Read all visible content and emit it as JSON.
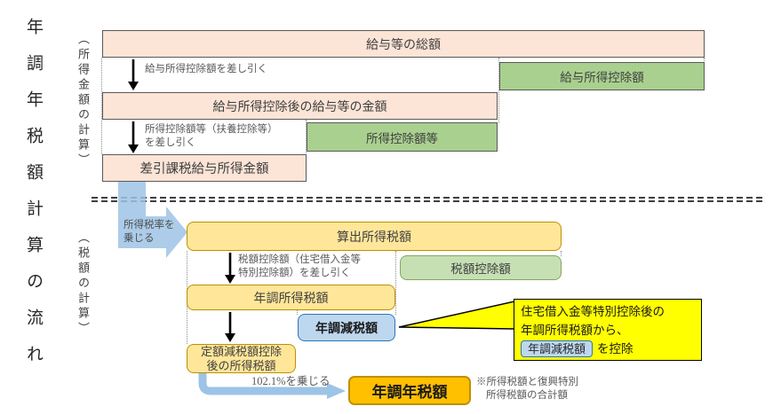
{
  "rail": {
    "title": "年調年税額計算の流れ",
    "income_section_label": "（所得金額の計算）",
    "tax_section_label": "（税額の計算）"
  },
  "income_section": {
    "total_salary": "給与等の総額",
    "salary_deduction_note": "給与所得控除額を差し引く",
    "salary_deduction": "給与所得控除額",
    "after_salary_deduction": "給与所得控除後の給与等の金額",
    "income_deduction_note_line1": "所得控除額等（扶養控除等）",
    "income_deduction_note_line2": "を差し引く",
    "income_deductions": "所得控除額等",
    "taxable_salary_income": "差引課税給与所得金額"
  },
  "tax_section": {
    "tax_rate_note_line1": "所得税率を",
    "tax_rate_note_line2": "乗じる",
    "calculated_tax": "算出所得税額",
    "tax_credit_note_line1": "税額控除額（住宅借入金等",
    "tax_credit_note_line2": "特別控除額）を差し引く",
    "tax_credit": "税額控除額",
    "nencho_income_tax": "年調所得税額",
    "nencho_reduction": "年調減税額",
    "after_flat_reduction_line1": "定額減税額控除",
    "after_flat_reduction_line2": "後の所得税額",
    "multiply_note": "102.1%を乗じる",
    "annual_tax": "年調年税額",
    "footnote_line1": "※所得税額と復興特別",
    "footnote_line2": "所得税額の合計額"
  },
  "callout": {
    "line1": "住宅借入金等特別控除後の",
    "line2": "年調所得税額から、",
    "chip": "年調減税額",
    "line3_suffix": "を控除"
  },
  "colors": {
    "peach_box": "#fce4d6",
    "green_box": "#a9d08e",
    "light_green_box": "#c6e0b4",
    "yellow_box": "#ffe699",
    "yellow_border": "#bf9000",
    "blue_box": "#bdd7ee",
    "blue_border": "#2e75b6",
    "callout_yellow": "#ffff00",
    "orange_box": "#ffc000",
    "arrow_blue": "#9dc3e6",
    "separator_gray": "#404040"
  }
}
